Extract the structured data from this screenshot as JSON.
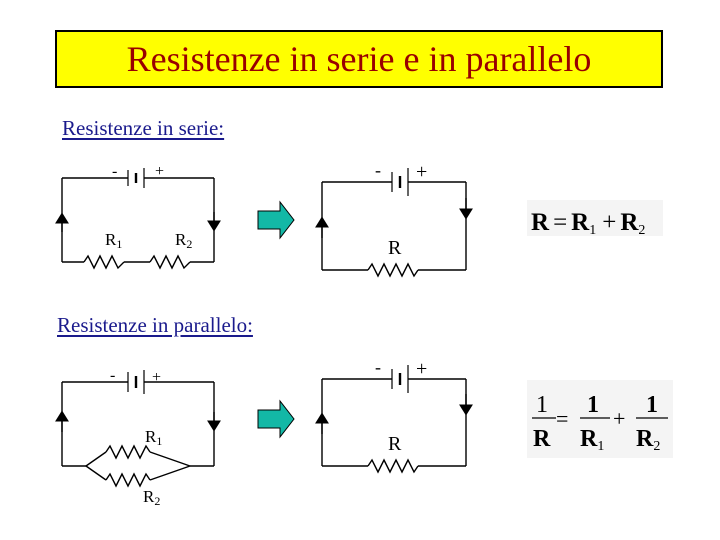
{
  "title": "Resistenze in serie e in parallelo",
  "sections": {
    "serie_label": "Resistenze in serie:",
    "parallelo_label": "Resistenze in parallelo:"
  },
  "labels": {
    "minus": "-",
    "plus": "+",
    "r1_base": "R",
    "r1_sub": "1",
    "r2_base": "R",
    "r2_sub": "2",
    "r_equiv": "R",
    "eq_sign": "=",
    "plus_sign": "+",
    "one": "1"
  },
  "colors": {
    "title_bg": "#ffff00",
    "title_text": "#990000",
    "section_text": "#1a1a8c",
    "arrow_fill": "#13b8a6",
    "formula_bg": "#f4f4f4"
  }
}
